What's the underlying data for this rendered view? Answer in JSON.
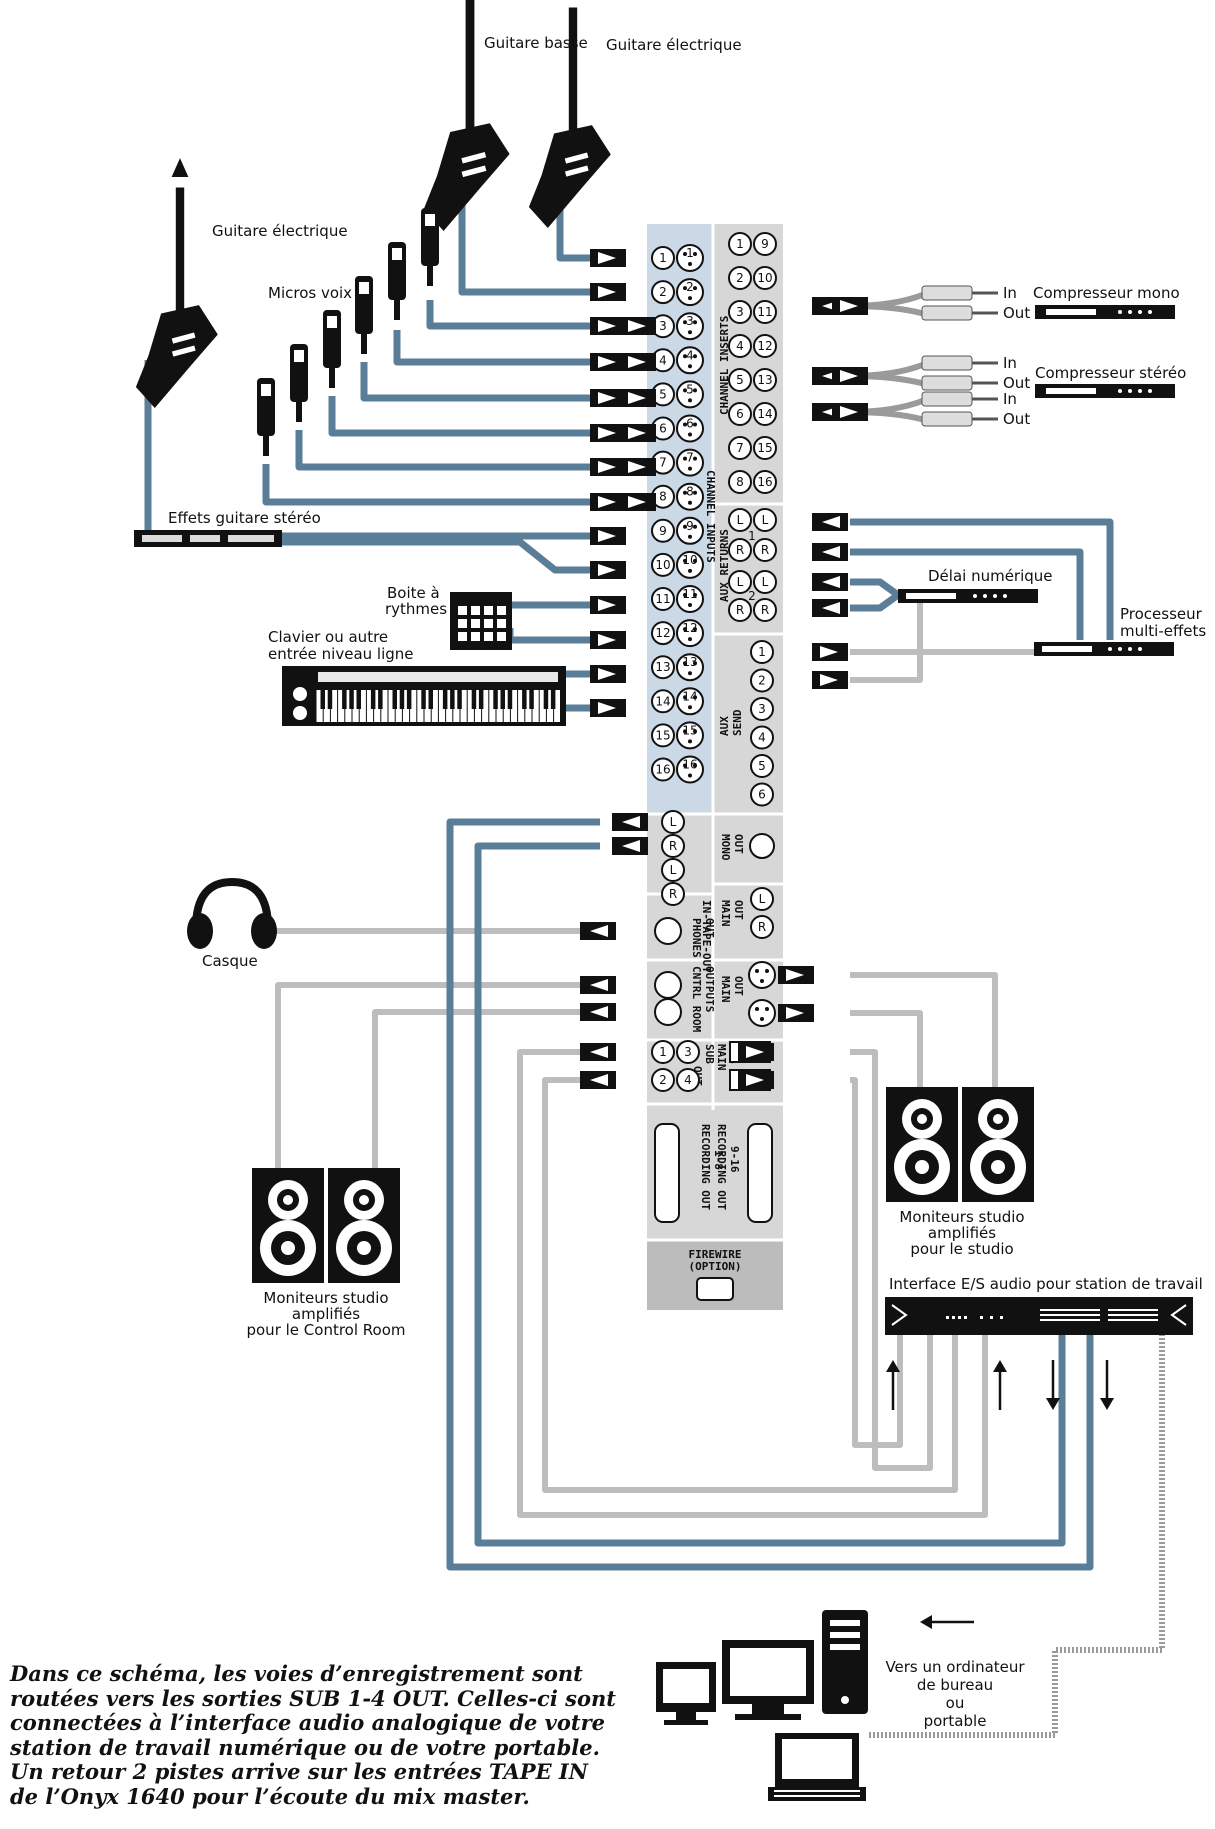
{
  "labels": {
    "bass_guitar": "Guitare basse",
    "electric_guitar_top": "Guitare électrique",
    "electric_guitar_left": "Guitare électrique",
    "vocal_mics": "Micros voix",
    "stereo_guitar_fx": "Effets guitare stéréo",
    "drum_machine": [
      "Boite à",
      "rythmes"
    ],
    "keyboard": [
      "Clavier ou autre",
      "entrée niveau ligne"
    ],
    "mono_compressor": "Compresseur mono",
    "stereo_compressor": "Compresseur stéréo",
    "digital_delay": "Délai numérique",
    "multi_fx": [
      "Processeur",
      "multi-effets"
    ],
    "headphones": "Casque",
    "control_room_monitors": [
      "Moniteurs studio",
      "amplifiés",
      "pour le Control Room"
    ],
    "studio_monitors": [
      "Moniteurs studio",
      "amplifiés",
      "pour le studio"
    ],
    "audio_interface": "Interface E/S audio pour station de travail",
    "computer": [
      "Vers un ordinateur",
      "de bureau",
      "ou",
      "portable"
    ],
    "in": "In",
    "out": "Out"
  },
  "mixer": {
    "channel_inputs": "CHANNEL INPUTS",
    "channel_inserts": "CHANNEL INSERTS",
    "aux_returns": "AUX RETURNS",
    "aux_send": [
      "AUX",
      "SEND"
    ],
    "tape": "IN-TAPE-OUT",
    "mono_out": [
      "MONO",
      "OUT"
    ],
    "main_out_trs": [
      "MAIN",
      "OUT"
    ],
    "phones_out": [
      "PHONES",
      "OUT"
    ],
    "ctrl_room": [
      "CNTRL ROOM",
      "OUTPUTS"
    ],
    "main_out_xlr": [
      "MAIN",
      "OUT"
    ],
    "sub_out": [
      "SUB",
      "OUT"
    ],
    "main_ins": [
      "MAIN",
      "INS"
    ],
    "recording_out_1": [
      "RECORDING OUT",
      "1-8"
    ],
    "recording_out_2": [
      "RECORDING OUT",
      "9-16"
    ],
    "firewire": [
      "FIREWIRE",
      "(OPTION)"
    ],
    "inputs": [
      "1",
      "2",
      "3",
      "4",
      "5",
      "6",
      "7",
      "8",
      "9",
      "10",
      "11",
      "12",
      "13",
      "14",
      "15",
      "16"
    ],
    "insert_left": [
      "1",
      "2",
      "3",
      "4",
      "5",
      "6",
      "7",
      "8"
    ],
    "insert_right": [
      "9",
      "10",
      "11",
      "12",
      "13",
      "14",
      "15",
      "16"
    ],
    "aux_sends": [
      "1",
      "2",
      "3",
      "4",
      "5",
      "6"
    ],
    "aux_ret_nums": [
      "1",
      "2"
    ],
    "tape_ports": [
      "L",
      "R",
      "L",
      "R"
    ],
    "lr": [
      "L",
      "R"
    ],
    "sub_nums": [
      "1",
      "2",
      "3",
      "4"
    ]
  },
  "caption": [
    "Dans ce schéma, les voies d’enregistrement sont",
    "routées vers les sorties SUB 1-4 OUT. Celles-ci sont",
    "connectées à l’interface audio analogique de votre",
    "station de travail numérique ou de votre portable.",
    "Un retour 2 pistes arrive sur les entrées TAPE IN",
    "de l’Onyx 1640 pour l’écoute du mix master."
  ],
  "colors": {
    "cable_blue": "#5a7d98",
    "cable_grey": "#bdbdbd",
    "panel_blue": "#cbd9e6",
    "panel_grey": "#d7d7d7",
    "ink": "#111111"
  }
}
